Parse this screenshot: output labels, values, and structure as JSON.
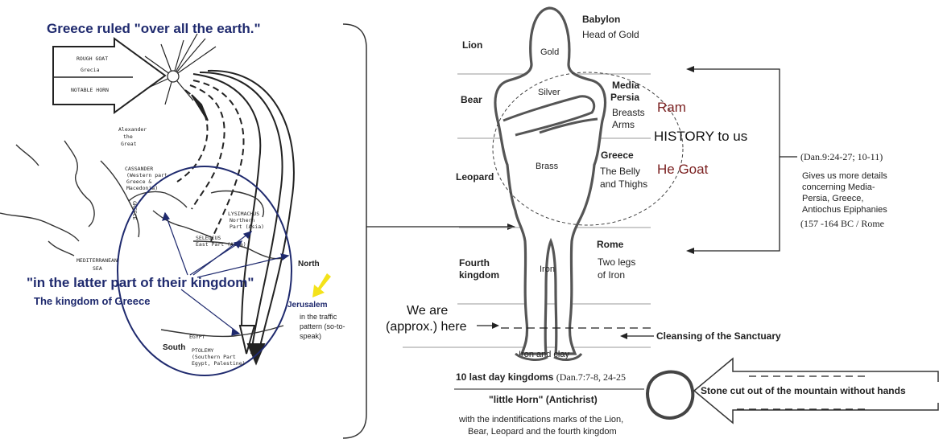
{
  "colors": {
    "navy": "#1f2a6e",
    "ram": "#7a1f1f",
    "yellow_arrow": "#f4e21a",
    "ink": "#222222",
    "figure": "#555555"
  },
  "left_map": {
    "title": "Greece ruled \"over all the earth.\"",
    "latter_part": "\"in the latter part of their kingdom\"",
    "kingdom_of_greece": "The kingdom of Greece",
    "rough_goat_1": "ROUGH GOAT",
    "rough_goat_2": "Grecia",
    "notable_horn": "NOTABLE HORN",
    "alexander": [
      "Alexander",
      "the",
      "Great"
    ],
    "cassander": [
      "CASSANDER",
      "(Western part",
      "Greece &",
      "Macedonia)"
    ],
    "greece_vertical": "GREECE",
    "lysimachus": [
      "LYSIMACHUS",
      "Northern",
      "Part (Asia)"
    ],
    "seleucus": [
      "SELEUCUS",
      "East Part (Asia)"
    ],
    "mediterranean": [
      "MEDITERRANEAN",
      "SEA"
    ],
    "egypt": "EGYPT",
    "ptolemy": [
      "PTOLEMY",
      "(Southern Part",
      "Egypt, Palestine)"
    ],
    "north": "North",
    "south": "South",
    "jerusalem": "Jerusalem",
    "jerusalem_note": [
      "in the traffic",
      "pattern (so-to-",
      "speak)"
    ]
  },
  "statue": {
    "babylon": "Babylon",
    "head_of_gold": "Head of Gold",
    "lion": "Lion",
    "gold": "Gold",
    "bear": "Bear",
    "silver": "Silver",
    "media_persia": [
      "Media",
      "Persia"
    ],
    "breasts_arms": [
      "Breasts",
      "Arms"
    ],
    "ram": "Ram",
    "history": "HISTORY to us",
    "leopard": "Leopard",
    "brass": "Brass",
    "greece": "Greece",
    "belly_thighs": [
      "The Belly",
      "and Thighs"
    ],
    "he_goat": "He Goat",
    "fourth_kingdom": [
      "Fourth",
      "kingdom"
    ],
    "iron": "Iron",
    "rome": "Rome",
    "two_legs": [
      "Two legs",
      "of Iron"
    ],
    "we_are": [
      "We are",
      "(approx.) here"
    ],
    "iron_clay": "Iron and clay",
    "cleansing": "Cleansing of the Sanctuary",
    "ten_kingdoms": "10 last day kingdoms",
    "ten_kingdoms_ref": "(Dan.7:7-8, 24-25",
    "little_horn": "\"little Horn\" (Antichrist)",
    "identifications": [
      "with the indentifications marks of the Lion,",
      "Bear, Leopard and the fourth kingdom"
    ],
    "stone": "Stone cut out of the mountain without hands"
  },
  "dan_note": {
    "ref": "(Dan.9:24-27; 10-11)",
    "lines": [
      "Gives us more details",
      "concerning Media-",
      "Persia, Greece,",
      "Antiochus Epiphanies",
      "(157 -164 BC / Rome"
    ]
  }
}
